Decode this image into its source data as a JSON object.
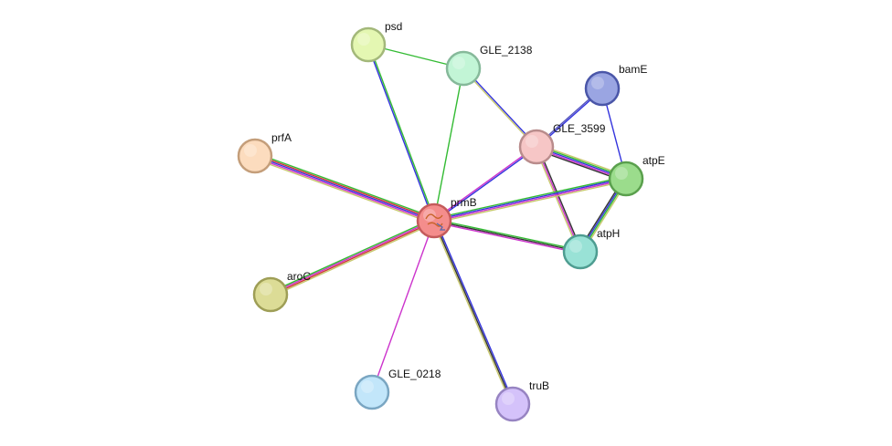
{
  "network": {
    "nodes": [
      {
        "id": "prmB",
        "label": "prmB",
        "fill": "#f48d8c",
        "stroke": "#c45b5b",
        "query": true
      },
      {
        "id": "psd",
        "label": "psd",
        "fill": "#e4f7b2",
        "stroke": "#a3b87a"
      },
      {
        "id": "GLE_2138",
        "label": "GLE_2138",
        "fill": "#c2f5d6",
        "stroke": "#86b99a"
      },
      {
        "id": "bamE",
        "label": "bamE",
        "fill": "#9aa5e2",
        "stroke": "#4a56a8"
      },
      {
        "id": "GLE_3599",
        "label": "GLE_3599",
        "fill": "#f6c6c6",
        "stroke": "#b98c8c"
      },
      {
        "id": "atpE",
        "label": "atpE",
        "fill": "#9bdc8c",
        "stroke": "#5aa04d"
      },
      {
        "id": "atpH",
        "label": "atpH",
        "fill": "#99e2d6",
        "stroke": "#4e9d91"
      },
      {
        "id": "prfA",
        "label": "prfA",
        "fill": "#fcdcbe",
        "stroke": "#c49e7a"
      },
      {
        "id": "aroC",
        "label": "aroC",
        "fill": "#dcdc96",
        "stroke": "#9e9e56"
      },
      {
        "id": "GLE_0218",
        "label": "GLE_0218",
        "fill": "#c2e6fa",
        "stroke": "#7aa6c2"
      },
      {
        "id": "truB",
        "label": "truB",
        "fill": "#d4c2fa",
        "stroke": "#9784c2"
      }
    ],
    "edges": [
      {
        "source": "prmB",
        "target": "psd",
        "channels": [
          "#3333dd",
          "#33bb33"
        ]
      },
      {
        "source": "prmB",
        "target": "GLE_2138",
        "channels": [
          "#33bb33"
        ]
      },
      {
        "source": "psd",
        "target": "GLE_2138",
        "channels": [
          "#33bb33"
        ]
      },
      {
        "source": "GLE_2138",
        "target": "GLE_3599",
        "channels": [
          "#3333dd",
          "#c8c86e"
        ]
      },
      {
        "source": "bamE",
        "target": "GLE_3599",
        "channels": [
          "#3333dd",
          "#5555bb"
        ]
      },
      {
        "source": "bamE",
        "target": "atpE",
        "channels": [
          "#3333dd"
        ]
      },
      {
        "source": "GLE_3599",
        "target": "prmB",
        "channels": [
          "#3333dd",
          "#cc33cc"
        ]
      },
      {
        "source": "GLE_3599",
        "target": "atpE",
        "channels": [
          "#c8c86e",
          "#33bb33",
          "#3333dd",
          "#cc33cc",
          "#333333"
        ]
      },
      {
        "source": "GLE_3599",
        "target": "atpH",
        "channels": [
          "#333333",
          "#cc33cc",
          "#c8c86e"
        ]
      },
      {
        "source": "atpE",
        "target": "atpH",
        "channels": [
          "#c8c86e",
          "#33bb33",
          "#3333dd",
          "#333333"
        ]
      },
      {
        "source": "prmB",
        "target": "atpE",
        "channels": [
          "#33bb33",
          "#3333dd",
          "#cc33cc",
          "#c8c86e"
        ]
      },
      {
        "source": "prmB",
        "target": "atpH",
        "channels": [
          "#33bb33",
          "#333333",
          "#cc33cc"
        ]
      },
      {
        "source": "prmB",
        "target": "prfA",
        "channels": [
          "#c8c86e",
          "#cc33cc",
          "#3333dd",
          "#cc3333",
          "#33bb33"
        ]
      },
      {
        "source": "prmB",
        "target": "aroC",
        "channels": [
          "#c8c86e",
          "#cc3333",
          "#cc33cc",
          "#33bb33"
        ]
      },
      {
        "source": "prmB",
        "target": "GLE_0218",
        "channels": [
          "#cc33cc"
        ]
      },
      {
        "source": "prmB",
        "target": "truB",
        "channels": [
          "#3333dd",
          "#333333",
          "#c8c86e"
        ]
      }
    ]
  }
}
